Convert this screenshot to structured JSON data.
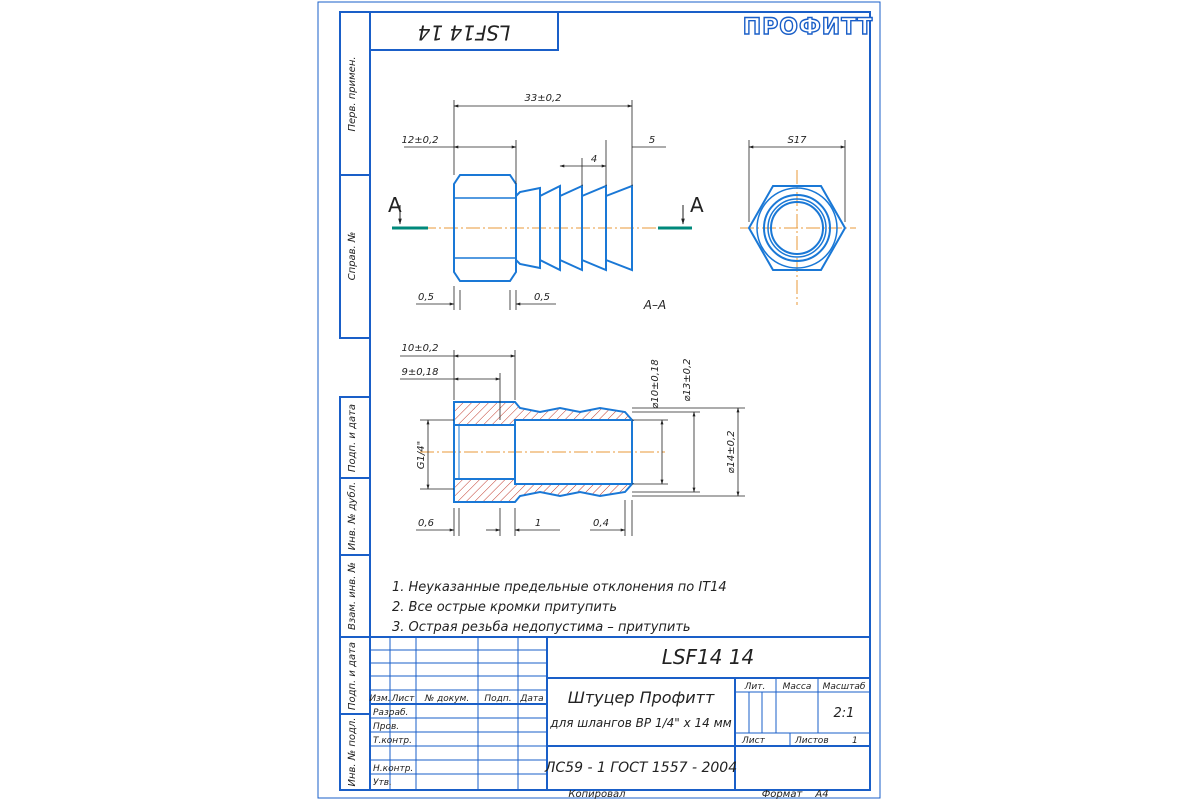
{
  "stamp_top": "LSF14 14",
  "brand": "ПРОФИТТ",
  "side_labels": [
    "Перв. примен.",
    "Справ. №",
    "Подп. и дата",
    "Инв. № дубл.",
    "Взам. инв. №",
    "Подп. и дата",
    "Инв. № подл."
  ],
  "dims_top": {
    "overall": "33±0,2",
    "hex_len": "12±0,2",
    "right_step": "5",
    "barb_pitch": "4",
    "chamfer_left": "0,5",
    "chamfer_right": "0,5"
  },
  "hex_size": "S17",
  "section_marker": "А",
  "section_title": "А–А",
  "dims_section": {
    "len_a": "10±0,2",
    "len_b": "9±0,18",
    "thread": "G1/4\"",
    "d_inner": "⌀10±0,18",
    "d_mid": "⌀13±0,2",
    "d_outer": "⌀14±0,2",
    "chamfer_a": "0,6",
    "step_b": "1",
    "chamfer_c": "0,4"
  },
  "notes": [
    "1. Неуказанные предельные отклонения по IT14",
    "2. Все острые кромки притупить",
    "3. Острая резьба недопустима – притупить"
  ],
  "title_block": {
    "designation": "LSF14 14",
    "name_line1": "Штуцер Профитт",
    "name_line2": "для шлангов ВР 1/4\" х 14 мм",
    "material": "ЛС59 - 1 ГОСТ 1557 - 2004",
    "col_headers": [
      "Изм.",
      "Лист",
      "№ докум.",
      "Подп.",
      "Дата"
    ],
    "roles": [
      "Разраб.",
      "Пров.",
      "Т.контр.",
      "Н.контр.",
      "Утв."
    ],
    "lit_label": "Лит.",
    "mass_label": "Масса",
    "scale_label": "Масштаб",
    "scale_value": "2:1",
    "sheet_label": "Лист",
    "sheets_label": "Листов",
    "sheets_value": "1"
  },
  "footer": {
    "copied_label": "Копировал",
    "format_label": "Формат",
    "format_value": "А4"
  },
  "colors": {
    "part_line": "#1a78d6",
    "frame_line": "#1a5fc8",
    "center_line": "#e89a3a",
    "section_mark": "#00897b",
    "hatch": "#c0392b",
    "text": "#222222"
  }
}
